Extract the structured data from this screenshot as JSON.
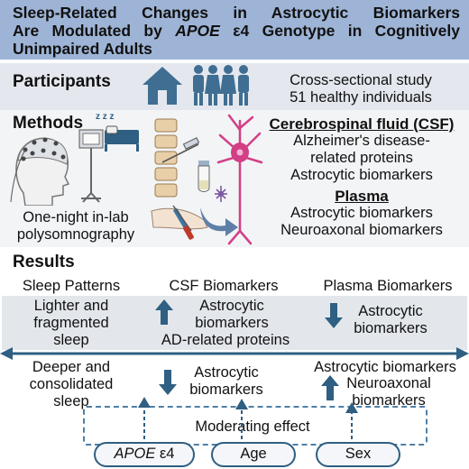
{
  "title": {
    "line1": "Sleep-Related Changes in Astrocytic Biomarkers",
    "line2_pre": "Are Modulated by ",
    "line2_em": "APOE",
    "line2_post": " ε4 Genotype in Cognitively",
    "line3": "Unimpaired Adults"
  },
  "participants": {
    "label": "Participants",
    "line1": "Cross-sectional study",
    "line2": "51 healthy individuals"
  },
  "methods": {
    "label": "Methods",
    "zzz": "z z z",
    "psg_line1": "One-night in-lab",
    "psg_line2": "polysomnography",
    "csf_heading": "Cerebrospinal fluid (CSF)",
    "csf_line1": "Alzheimer's disease-",
    "csf_line2": "related proteins",
    "csf_line3": "Astrocytic biomarkers",
    "plasma_heading": "Plasma",
    "plasma_line1": "Astrocytic biomarkers",
    "plasma_line2": "Neuroaxonal biomarkers"
  },
  "results": {
    "label": "Results",
    "col_sleep": "Sleep Patterns",
    "col_csf": "CSF Biomarkers",
    "col_plasma": "Plasma Biomarkers",
    "light_line1": "Lighter and",
    "light_line2": "fragmented",
    "light_line3": "sleep",
    "light_csf_line1": "Astrocytic",
    "light_csf_line2": "biomarkers",
    "light_csf_line3": "AD-related proteins",
    "light_plasma_line1": "Astrocytic",
    "light_plasma_line2": "biomarkers",
    "deep_line1": "Deeper and",
    "deep_line2": "consolidated",
    "deep_line3": "sleep",
    "deep_csf_line1": "Astrocytic",
    "deep_csf_line2": "biomarkers",
    "deep_plasma_line1": "Astrocytic biomarkers",
    "deep_plasma_line2": "Neuroaxonal",
    "deep_plasma_line3": "biomarkers",
    "moderating": "Moderating effect",
    "mod_apoe_em": "APOE",
    "mod_apoe_post": " ε4",
    "mod_age": "Age",
    "mod_sex": "Sex"
  },
  "colors": {
    "title_band": "#9eb4d6",
    "arrow_blue": "#2f5f82",
    "neuron": "#d23f86"
  }
}
